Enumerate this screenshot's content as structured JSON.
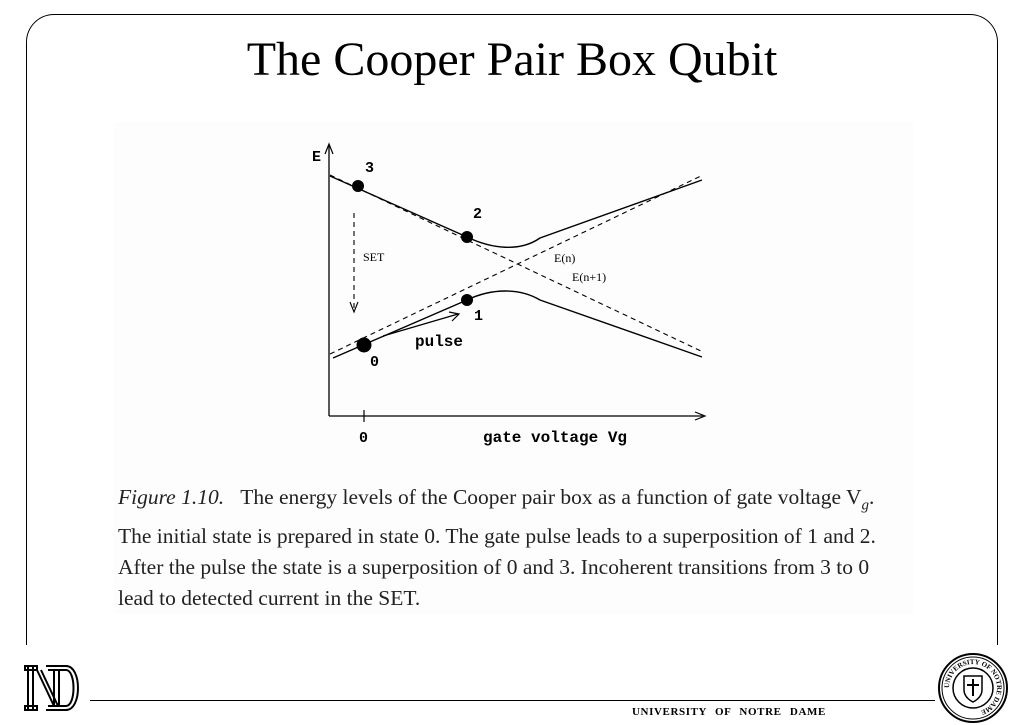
{
  "slide": {
    "title": "The Cooper Pair Box Qubit",
    "footer": "UNIVERSITY OF NOTRE DAME"
  },
  "figure": {
    "axis_y_label": "E",
    "axis_x_label": "gate voltage Vg",
    "x_tick": "0",
    "states": [
      "0",
      "1",
      "2",
      "3"
    ],
    "curve_labels": [
      "E(n)",
      "E(n+1)"
    ],
    "arrow_labels": {
      "set": "SET",
      "pulse": "pulse"
    }
  },
  "caption": {
    "lead": "Figure 1.10.",
    "text": "The energy levels of the Cooper pair box as a function of gate voltage V",
    "text_sub": "g",
    "text_rest": ". The initial state is prepared in state 0. The gate pulse leads to a superposition of 1 and 2. After the pulse the state is a superposition of 0 and 3. Incoherent transitions from 3 to 0 lead to detected current in the SET."
  },
  "logos": {
    "left_monogram": "ND",
    "seal_text": "UNIVERSITY OF NOTRE DAME"
  }
}
